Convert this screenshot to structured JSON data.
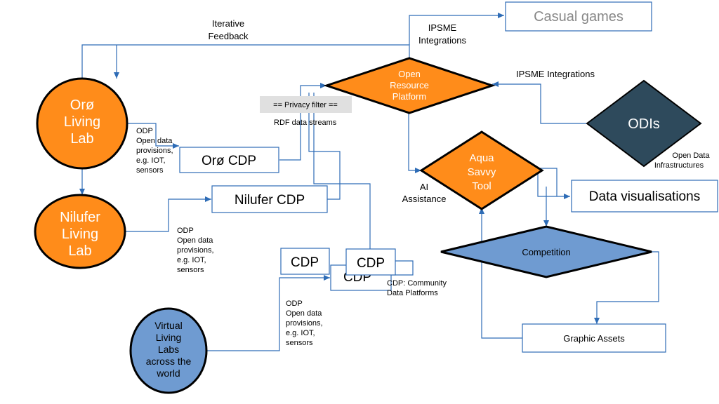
{
  "colors": {
    "orange": "#ff8c1a",
    "blue_light": "#6f9bd1",
    "navy": "#2e4a5c",
    "line": "#2e6cb6",
    "gray_box": "#e0e0e0"
  },
  "nodes": {
    "oro_lab": [
      "Orø",
      "Living",
      "Lab"
    ],
    "nilufer_lab": [
      "Nilufer",
      "Living",
      "Lab"
    ],
    "virtual_labs": [
      "Virtual",
      "Living",
      "Labs",
      "across the",
      "world"
    ],
    "platform": [
      "Open",
      "Resource",
      "Platform"
    ],
    "aqua": [
      "Aqua",
      "Savvy",
      "Tool"
    ],
    "odis": "ODIs",
    "competition": "Competition",
    "casual_games": "Casual games",
    "data_vis": "Data visualisations",
    "graphic_assets": "Graphic Assets",
    "oro_cdp": "Orø CDP",
    "nilufer_cdp": "Nilufer CDP",
    "cdp1": "CDP",
    "cdp2": "CDP",
    "cdp3": "CDP",
    "privacy_filter": "== Privacy filter =="
  },
  "labels": {
    "iterative_feedback": [
      "Iterative",
      "Feedback"
    ],
    "ipsme_top": [
      "IPSME",
      "Integrations"
    ],
    "ipsme_right": "IPSME Integrations",
    "rdf": "RDF data streams",
    "ai": [
      "AI",
      "Assistance"
    ],
    "odi_caption": [
      "Open Data",
      "Infrastructures"
    ],
    "cdp_caption": [
      "CDP: Community",
      "Data Platforms"
    ],
    "odp1": [
      "ODP",
      "Open data",
      "provisions,",
      "e.g. IOT,",
      "sensors"
    ],
    "odp2": [
      "ODP",
      "Open data",
      "provisions,",
      "e.g. IOT,",
      "sensors"
    ],
    "odp3": [
      "ODP",
      "Open data",
      "provisions,",
      "e.g. IOT,",
      "sensors"
    ]
  }
}
